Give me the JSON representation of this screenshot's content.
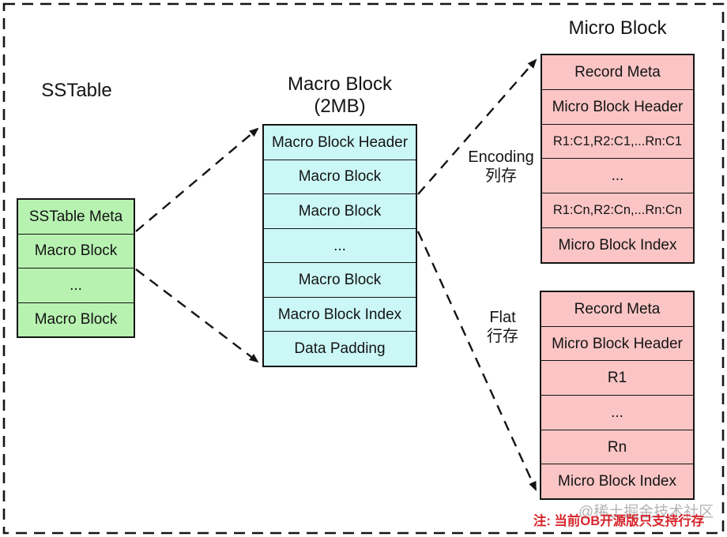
{
  "page": {
    "background": "#ffffff",
    "border_color": "#141414",
    "text_color": "#141414"
  },
  "titles": {
    "sstable": "SSTable",
    "macro_line1": "Macro Block",
    "macro_line2": "(2MB)",
    "micro": "Micro Block"
  },
  "tables": {
    "sstable": {
      "fill": "#b7f2b1",
      "rows": [
        "SSTable Meta",
        "Macro Block",
        "...",
        "Macro Block"
      ]
    },
    "macro": {
      "fill": "#cbf8f6",
      "rows": [
        "Macro Block Header",
        "Macro Block",
        "Macro Block",
        "...",
        "Macro Block",
        "Macro Block Index",
        "Data Padding"
      ]
    },
    "micro_encoding": {
      "fill": "#fbc5c5",
      "rows": [
        "Record Meta",
        "Micro Block Header",
        "R1:C1,R2:C1,...Rn:C1",
        "...",
        "R1:Cn,R2:Cn,...Rn:Cn",
        "Micro Block Index"
      ]
    },
    "micro_flat": {
      "fill": "#fbc5c5",
      "rows": [
        "Record Meta",
        "Micro Block Header",
        "R1",
        "...",
        "Rn",
        "Micro Block Index"
      ]
    }
  },
  "labels": {
    "encoding_line1": "Encoding",
    "encoding_line2": "列存",
    "flat_line1": "Flat",
    "flat_line2": "行存"
  },
  "note": {
    "text": "注: 当前OB开源版只支持行存",
    "color": "#d7262c"
  },
  "watermark": {
    "text": "@稀土掘金技术社区"
  }
}
